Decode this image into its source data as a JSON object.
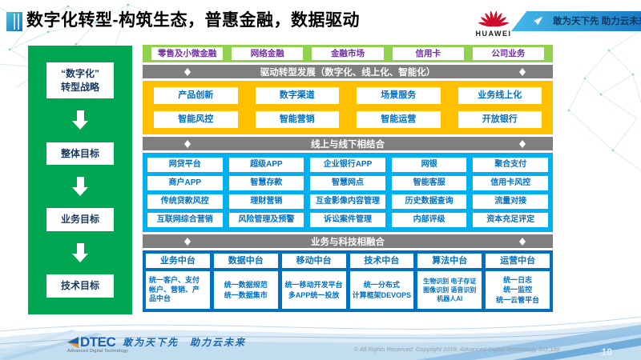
{
  "header": {
    "title": "数字化转型-构筑生态，普惠金融，数据驱动",
    "brand": "HUAWEI",
    "ribbon_slogan": "敢为天下先 助力云未来"
  },
  "strategy_panel": {
    "steps": [
      {
        "label": "“数字化”\n转型战略"
      },
      {
        "label": "整体目标"
      },
      {
        "label": "业务目标"
      },
      {
        "label": "技术目标"
      }
    ]
  },
  "business_lines": {
    "items": [
      "零售及小微金融",
      "网络金融",
      "金融市场",
      "信用卡",
      "公司业务"
    ]
  },
  "bands": {
    "drive": "驱动转型发展（数字化、线上化、智能化）",
    "online_offline": "线上与线下相结合",
    "tech_fusion": "业务与科技相融合"
  },
  "capabilities": {
    "rows": [
      [
        "产品创新",
        "数字渠道",
        "场景服务",
        "业务线上化"
      ],
      [
        "智能风控",
        "智能营销",
        "智能运营",
        "开放银行"
      ]
    ]
  },
  "applications": {
    "rows": [
      [
        "网贷平台",
        "超级APP",
        "企业银行APP",
        "网银",
        "聚合支付"
      ],
      [
        "商户APP",
        "智慧存款",
        "智慧网点",
        "智能客服",
        "信用卡风控"
      ],
      [
        "传统贷款风控",
        "理财营销",
        "互金影像内容管理",
        "历史数据查询",
        "流量对接"
      ],
      [
        "互联网综合营销",
        "风险管理及预警",
        "诉讼案件管理",
        "内部评级",
        "资本充足评定"
      ]
    ]
  },
  "platforms": {
    "columns": [
      {
        "title": "业务中台",
        "detail": "统一客户、支付帐户、营销、产品中台"
      },
      {
        "title": "数据中台",
        "detail": "统一数据规范\n统一数据集市"
      },
      {
        "title": "移动中台",
        "detail": "统一移动开发平台\n多APP统一投放"
      },
      {
        "title": "技术中台",
        "detail": "统一分布式\n计算框架DEVOPS"
      },
      {
        "title": "算法中台",
        "detail": "生物识别 电子存证\n图像识别 语音识别\n机器人AI"
      },
      {
        "title": "运营中台",
        "detail": "统一日志\n统一监控\n统一云管平台"
      }
    ]
  },
  "footer": {
    "logo_text": "DTEC",
    "logo_subtext": "Advanced Digital Technology",
    "slogan": "敢为天下先　助力云未来",
    "copyright": "© All Rights Reserved. Copyright 2019, Advanced Digital Technology CO.,Ltd",
    "page_number": "10"
  },
  "colors": {
    "panel_green": "#00A651",
    "band_light_green": "#92D050",
    "band_gray": "#7F7F7F",
    "section_yellow": "#FFC000",
    "section_cyan": "#00B0F0",
    "section_blue": "#0070C0",
    "text_purple": "#7030A0",
    "huawei_red": "#CE0E2D",
    "ribbon_blue": "#1A7CC4"
  }
}
